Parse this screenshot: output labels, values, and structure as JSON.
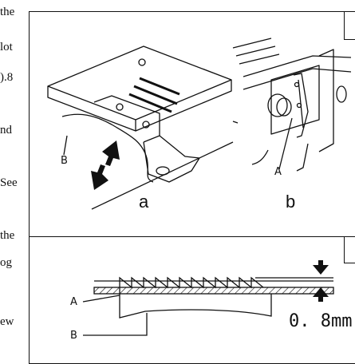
{
  "left_text_fragments": [
    "the",
    "lot",
    ").8",
    "nd",
    "See",
    "the",
    "og",
    "ew"
  ],
  "figure_top": {
    "panel_labels": [
      "a",
      "b"
    ],
    "part_labels": [
      "B",
      "A"
    ]
  },
  "figure_bottom": {
    "part_labels": [
      "A",
      "B"
    ],
    "measurement": "0. 8mm"
  },
  "icons": [
    "double-arrow-icon",
    "arrow-down-icon",
    "arrow-up-icon"
  ]
}
